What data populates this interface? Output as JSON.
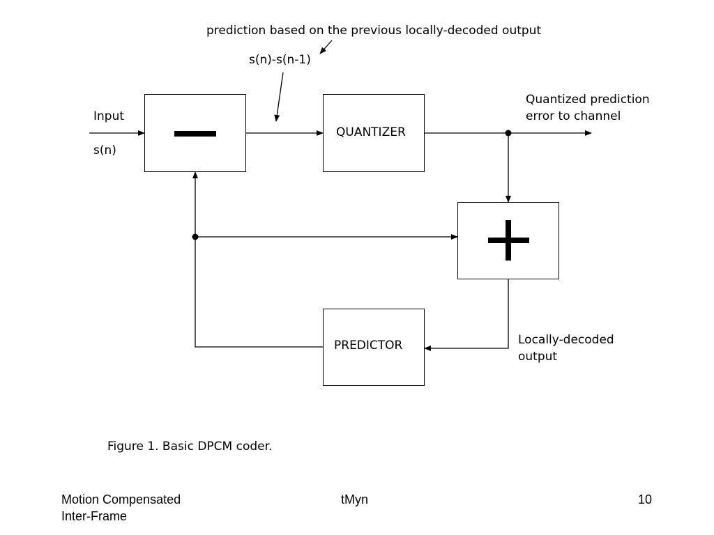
{
  "diagram": {
    "annotation_top": "prediction based on the previous locally-decoded output",
    "error_signal_label": "s(n)-s(n-1)",
    "input_label": "Input",
    "input_signal": "s(n)",
    "subtractor_symbol": "—",
    "adder_symbol": "+",
    "quantizer_label": "QUANTIZER",
    "predictor_label": "PREDICTOR",
    "output_label_line1": "Quantized prediction",
    "output_label_line2": "error to channel",
    "decoded_label_line1": "Locally-decoded",
    "decoded_label_line2": "output",
    "caption": "Figure 1. Basic DPCM coder."
  },
  "footer": {
    "left_line1": "Motion Compensated",
    "left_line2": "Inter-Frame",
    "center": "tMyn",
    "page_number": "10"
  }
}
